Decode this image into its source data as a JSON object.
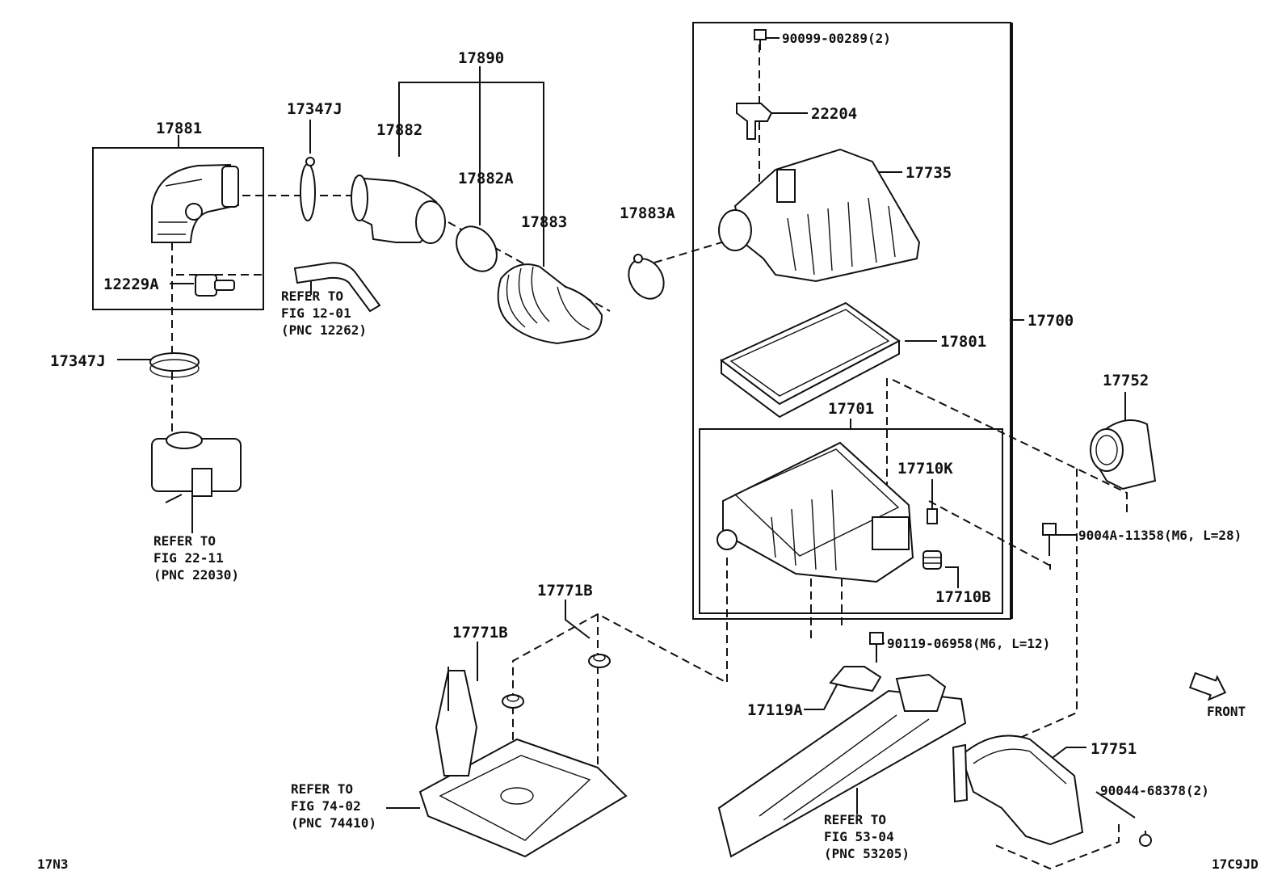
{
  "labels": {
    "p17881": "17881",
    "p17347J_top": "17347J",
    "p17882": "17882",
    "p17890": "17890",
    "p17882A": "17882A",
    "p17883": "17883",
    "p17883A": "17883A",
    "p12229A": "12229A",
    "p17347J_left": "17347J",
    "p90099": "90099-00289(2)",
    "p22204": "22204",
    "p17735": "17735",
    "p17700": "17700",
    "p17801": "17801",
    "p17701": "17701",
    "p17752": "17752",
    "p17710K": "17710K",
    "p9004A": "9004A-11358(M6, L=28)",
    "p17710B": "17710B",
    "p17771B_a": "17771B",
    "p17771B_b": "17771B",
    "p90119": "90119-06958(M6, L=12)",
    "p17119A": "17119A",
    "p17751": "17751",
    "p90044": "90044-68378(2)",
    "front": "FRONT",
    "code_left": "17N3",
    "code_right": "17C9JD"
  },
  "refs": {
    "fig1201": [
      "REFER TO",
      "FIG 12-01",
      "(PNC 12262)"
    ],
    "fig2211": [
      "REFER TO",
      "FIG 22-11",
      "(PNC 22030)"
    ],
    "fig7402": [
      "REFER TO",
      "FIG 74-02",
      "(PNC 74410)"
    ],
    "fig5304": [
      "REFER TO",
      "FIG 53-04",
      "(PNC 53205)"
    ]
  }
}
